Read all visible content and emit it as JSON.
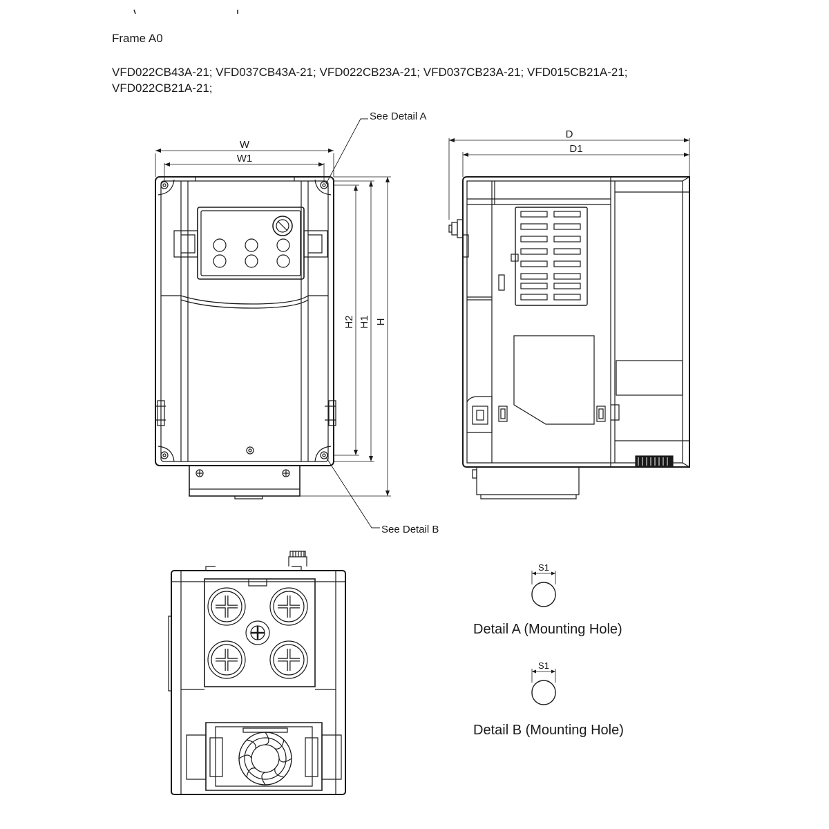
{
  "header": {
    "frame_title": "Frame A0",
    "models_line1": "VFD022CB43A-21; VFD037CB43A-21; VFD022CB23A-21; VFD037CB23A-21; VFD015CB21A-21;",
    "models_line2": "VFD022CB21A-21;"
  },
  "front_view": {
    "callout_top": "See Detail A",
    "callout_bottom": "See Detail B",
    "dim_w": "W",
    "dim_w1": "W1",
    "dim_h2": "H2",
    "dim_h1": "H1",
    "dim_h": "H"
  },
  "side_view": {
    "dim_d": "D",
    "dim_d1": "D1"
  },
  "details": {
    "detail_a_dim": "S1",
    "detail_a_label": "Detail A (Mounting Hole)",
    "detail_b_dim": "S1",
    "detail_b_label": "Detail B (Mounting Hole)"
  },
  "colors": {
    "line": "#1a1a1a",
    "background": "#ffffff"
  }
}
